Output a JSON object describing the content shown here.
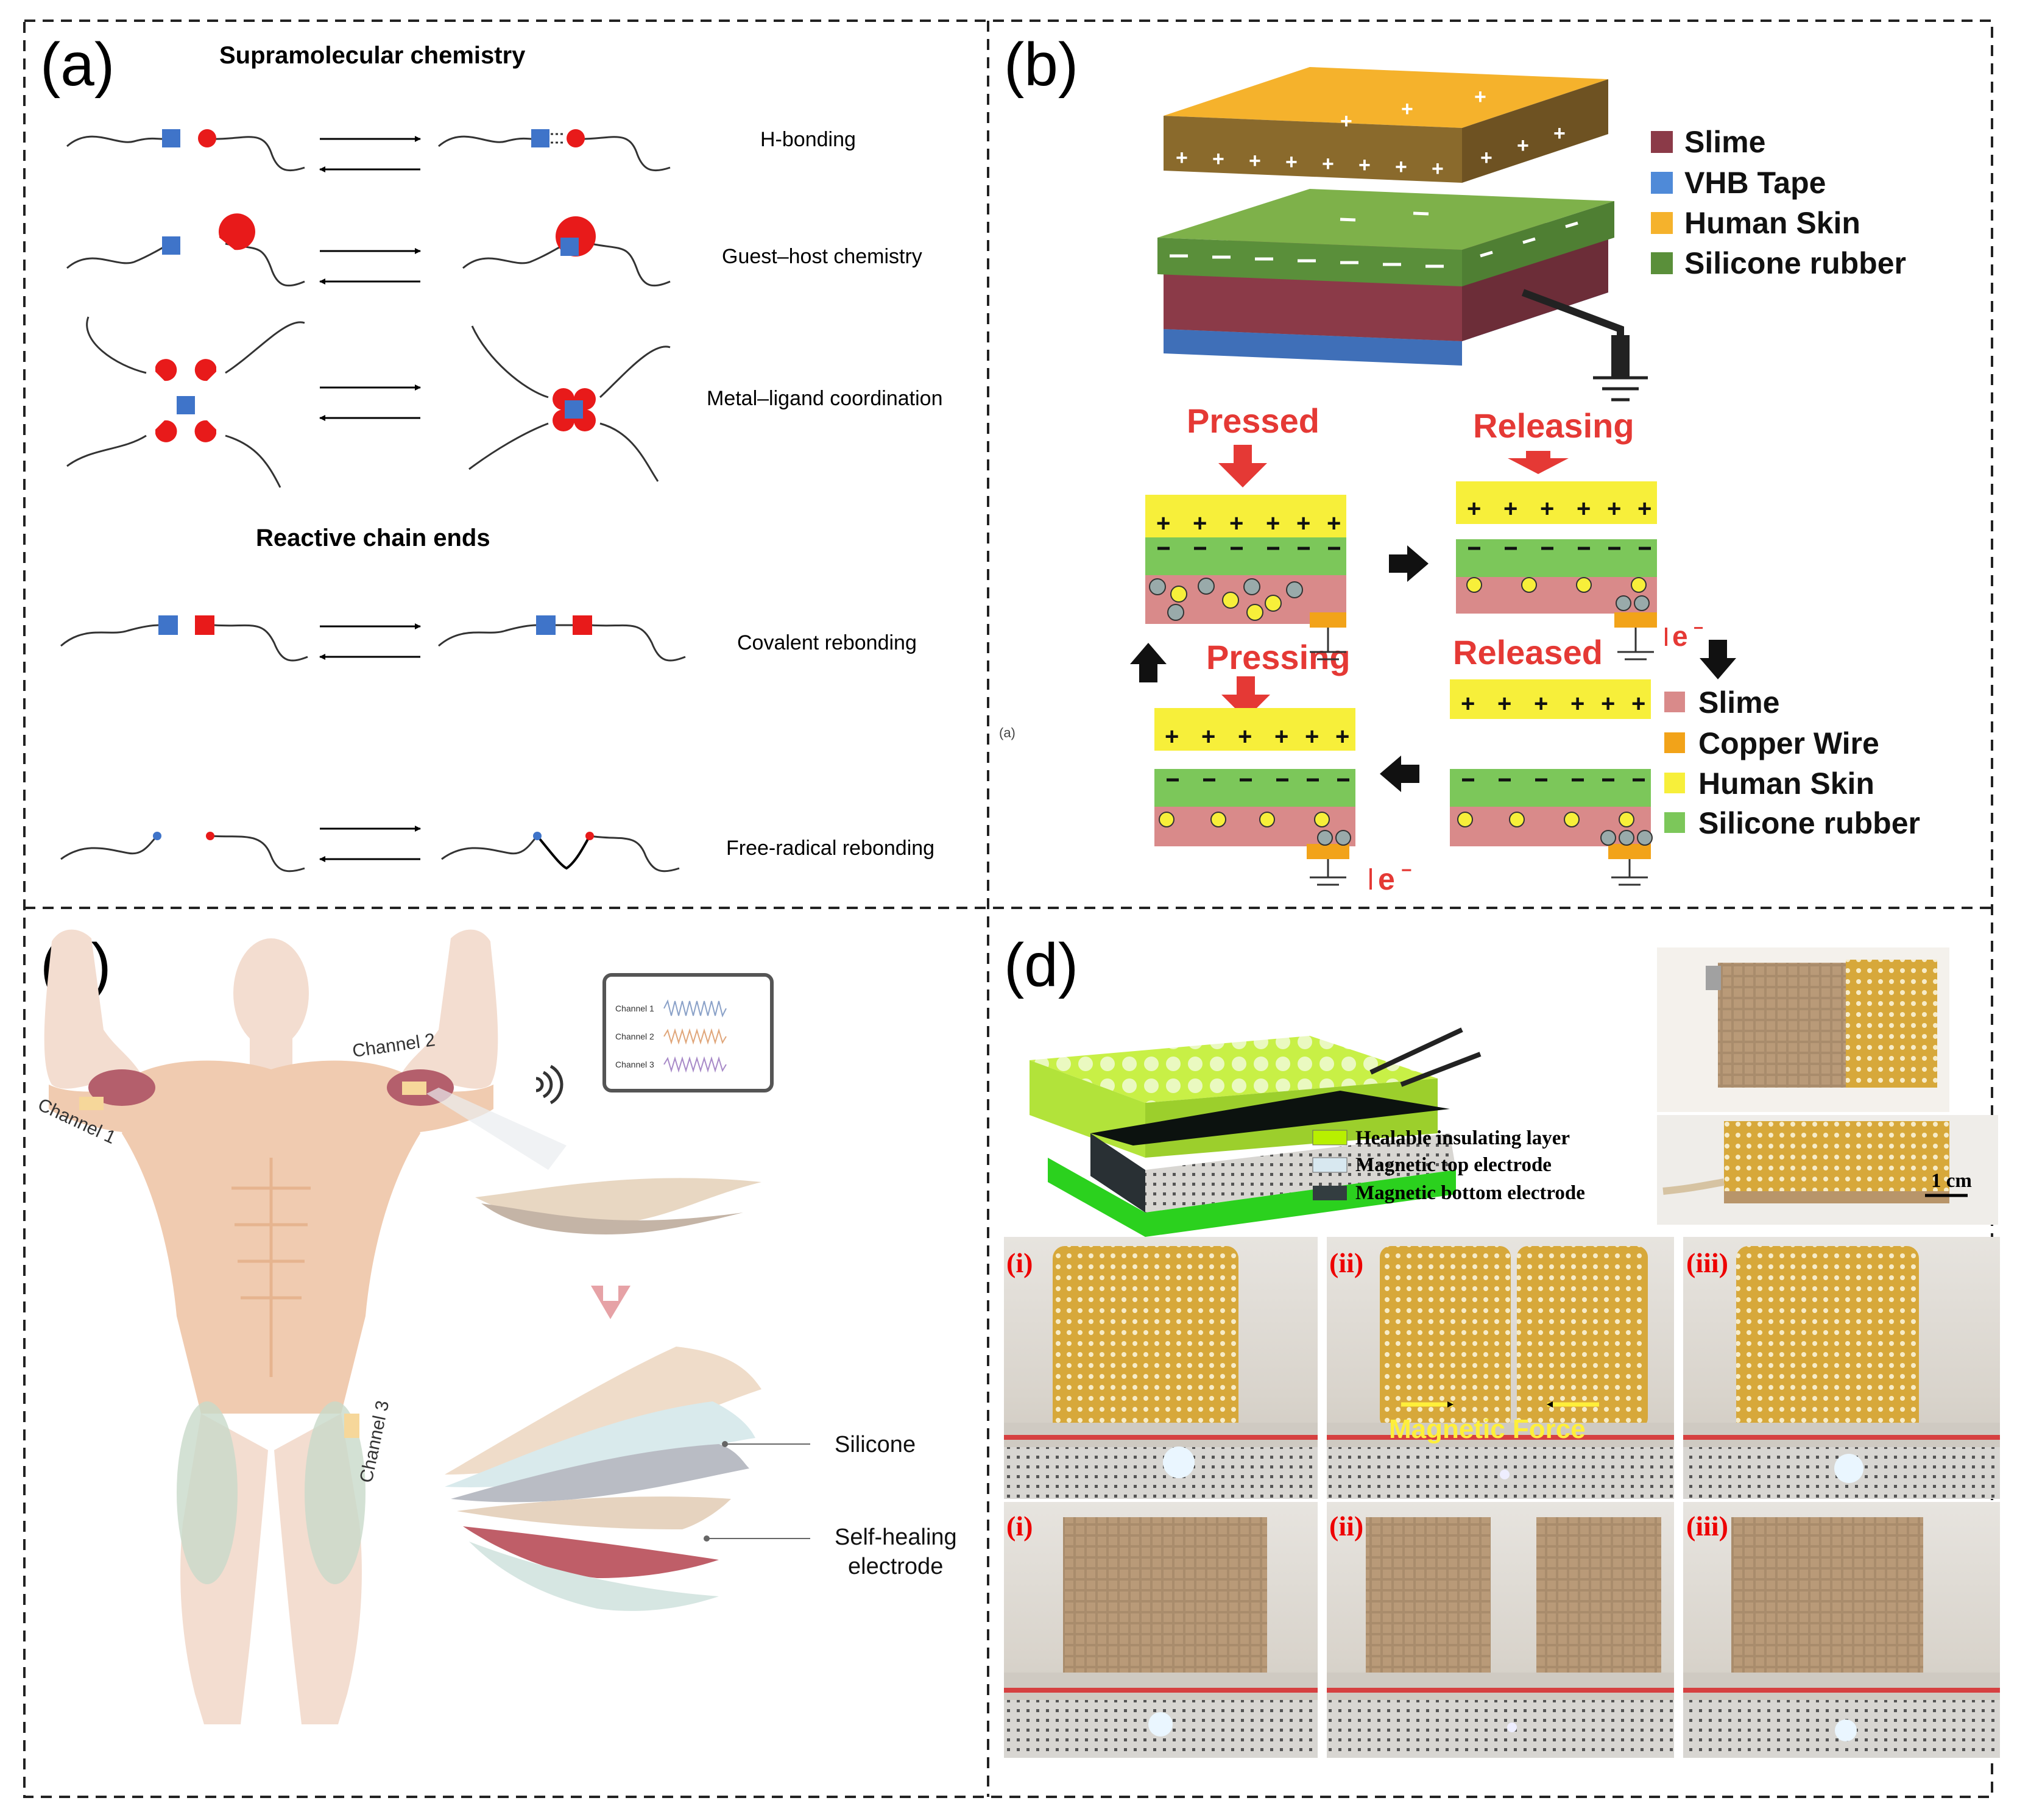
{
  "panel_a": {
    "label": "(a)",
    "section1_title": "Supramolecular chemistry",
    "section2_title": "Reactive chain ends",
    "rows": [
      "H-bonding",
      "Guest–host chemistry",
      "Metal–ligand coordination",
      "Covalent rebonding",
      "Free-radical rebonding"
    ]
  },
  "panel_b": {
    "label": "(b)",
    "legend_top": [
      "Slime",
      "VHB Tape",
      "Human Skin",
      "Silicone rubber"
    ],
    "legend_top_colors": [
      "#8b3a48",
      "#4f8ad8",
      "#f5b22c",
      "#5a8f3a"
    ],
    "states": {
      "pressed": "Pressed",
      "releasing": "Releasing",
      "pressing": "Pressing",
      "released": "Released"
    },
    "electron": "e",
    "small_mark": "(a)",
    "legend_bottom": [
      "Slime",
      "Copper Wire",
      "Human Skin",
      "Silicone rubber"
    ],
    "legend_bottom_colors": [
      "#d98a8a",
      "#f2a319",
      "#f7ef3a",
      "#7cc75a"
    ]
  },
  "panel_c": {
    "label": "(c)",
    "channels": [
      "Channel 1",
      "Channel 2",
      "Channel 3"
    ],
    "monitor_rows": [
      "Channel 1",
      "Channel 2",
      "Channel 3"
    ],
    "layer_labels": [
      "Silicone",
      "Self-healing",
      "electrode"
    ]
  },
  "panel_d": {
    "label": "(d)",
    "legend": [
      "Healable insulating layer",
      "Magnetic top electrode",
      "Magnetic bottom electrode"
    ],
    "legend_colors": [
      "#b8f000",
      "#d8e8f0",
      "#333d40"
    ],
    "scale": "1 cm",
    "photo_labels": [
      "(i)",
      "(ii)",
      "(iii)"
    ],
    "force_label": "Magnetic Force"
  }
}
